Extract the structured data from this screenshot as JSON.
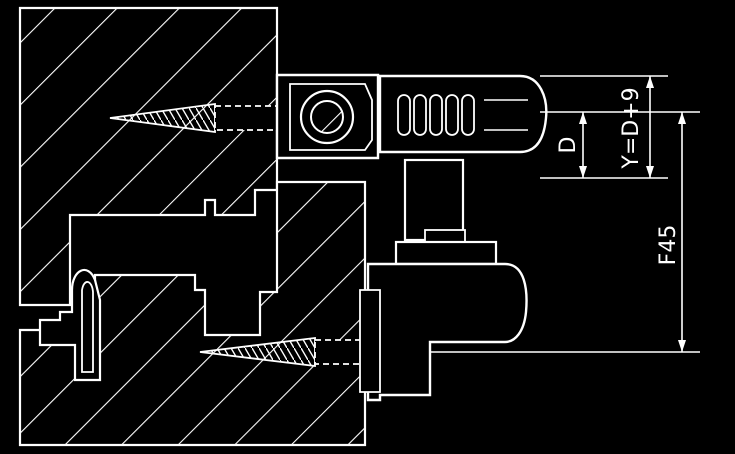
{
  "drawing": {
    "dimension_labels": {
      "d": "D",
      "y": "Y=D+9",
      "f": "F45"
    },
    "colors": {
      "background": "#000000",
      "line": "#ffffff"
    }
  }
}
